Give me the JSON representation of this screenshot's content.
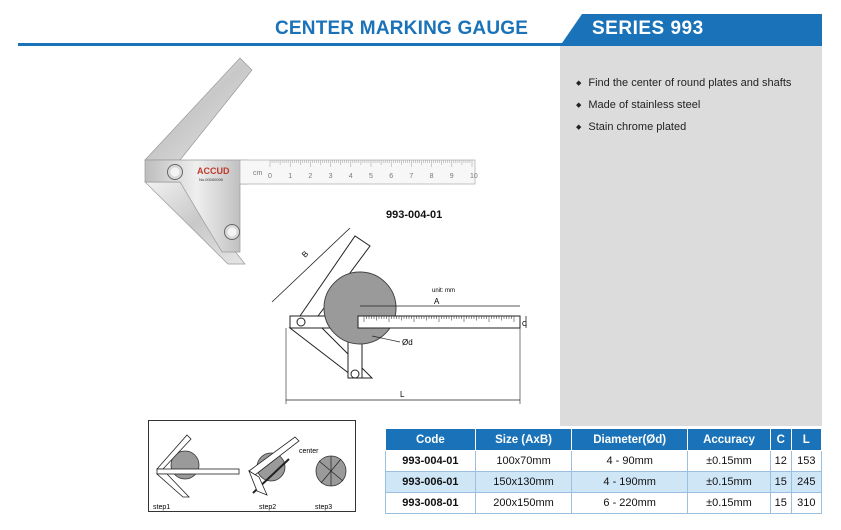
{
  "header": {
    "title": "CENTER MARKING GAUGE",
    "series": "SERIES 993",
    "color": "#1a73b8"
  },
  "features": [
    "Find the center of round plates and shafts",
    "Made of stainless steel",
    "Stain chrome plated"
  ],
  "photo": {
    "brand": "ACCUD",
    "serial": "No.00000000",
    "ruler_unit": "cm",
    "ruler_ticks": [
      "0",
      "1",
      "2",
      "3",
      "4",
      "5",
      "6",
      "7",
      "8",
      "9",
      "10"
    ]
  },
  "model_label": "993-004-01",
  "diagram": {
    "unit_note": "unit: mm",
    "label_a": "A",
    "label_b": "B",
    "label_c": "C",
    "label_d": "Ød",
    "label_l": "L"
  },
  "steps": {
    "step1": "step1",
    "step2": "step2",
    "step3": "step3",
    "center": "center"
  },
  "table": {
    "headers": [
      "Code",
      "Size (AxB)",
      "Diameter(Ød)",
      "Accuracy",
      "C",
      "L"
    ],
    "rows": [
      [
        "993-004-01",
        "100x70mm",
        "4 - 90mm",
        "±0.15mm",
        "12",
        "153"
      ],
      [
        "993-006-01",
        "150x130mm",
        "4 - 190mm",
        "±0.15mm",
        "15",
        "245"
      ],
      [
        "993-008-01",
        "200x150mm",
        "6 - 220mm",
        "±0.15mm",
        "15",
        "310"
      ]
    ]
  }
}
